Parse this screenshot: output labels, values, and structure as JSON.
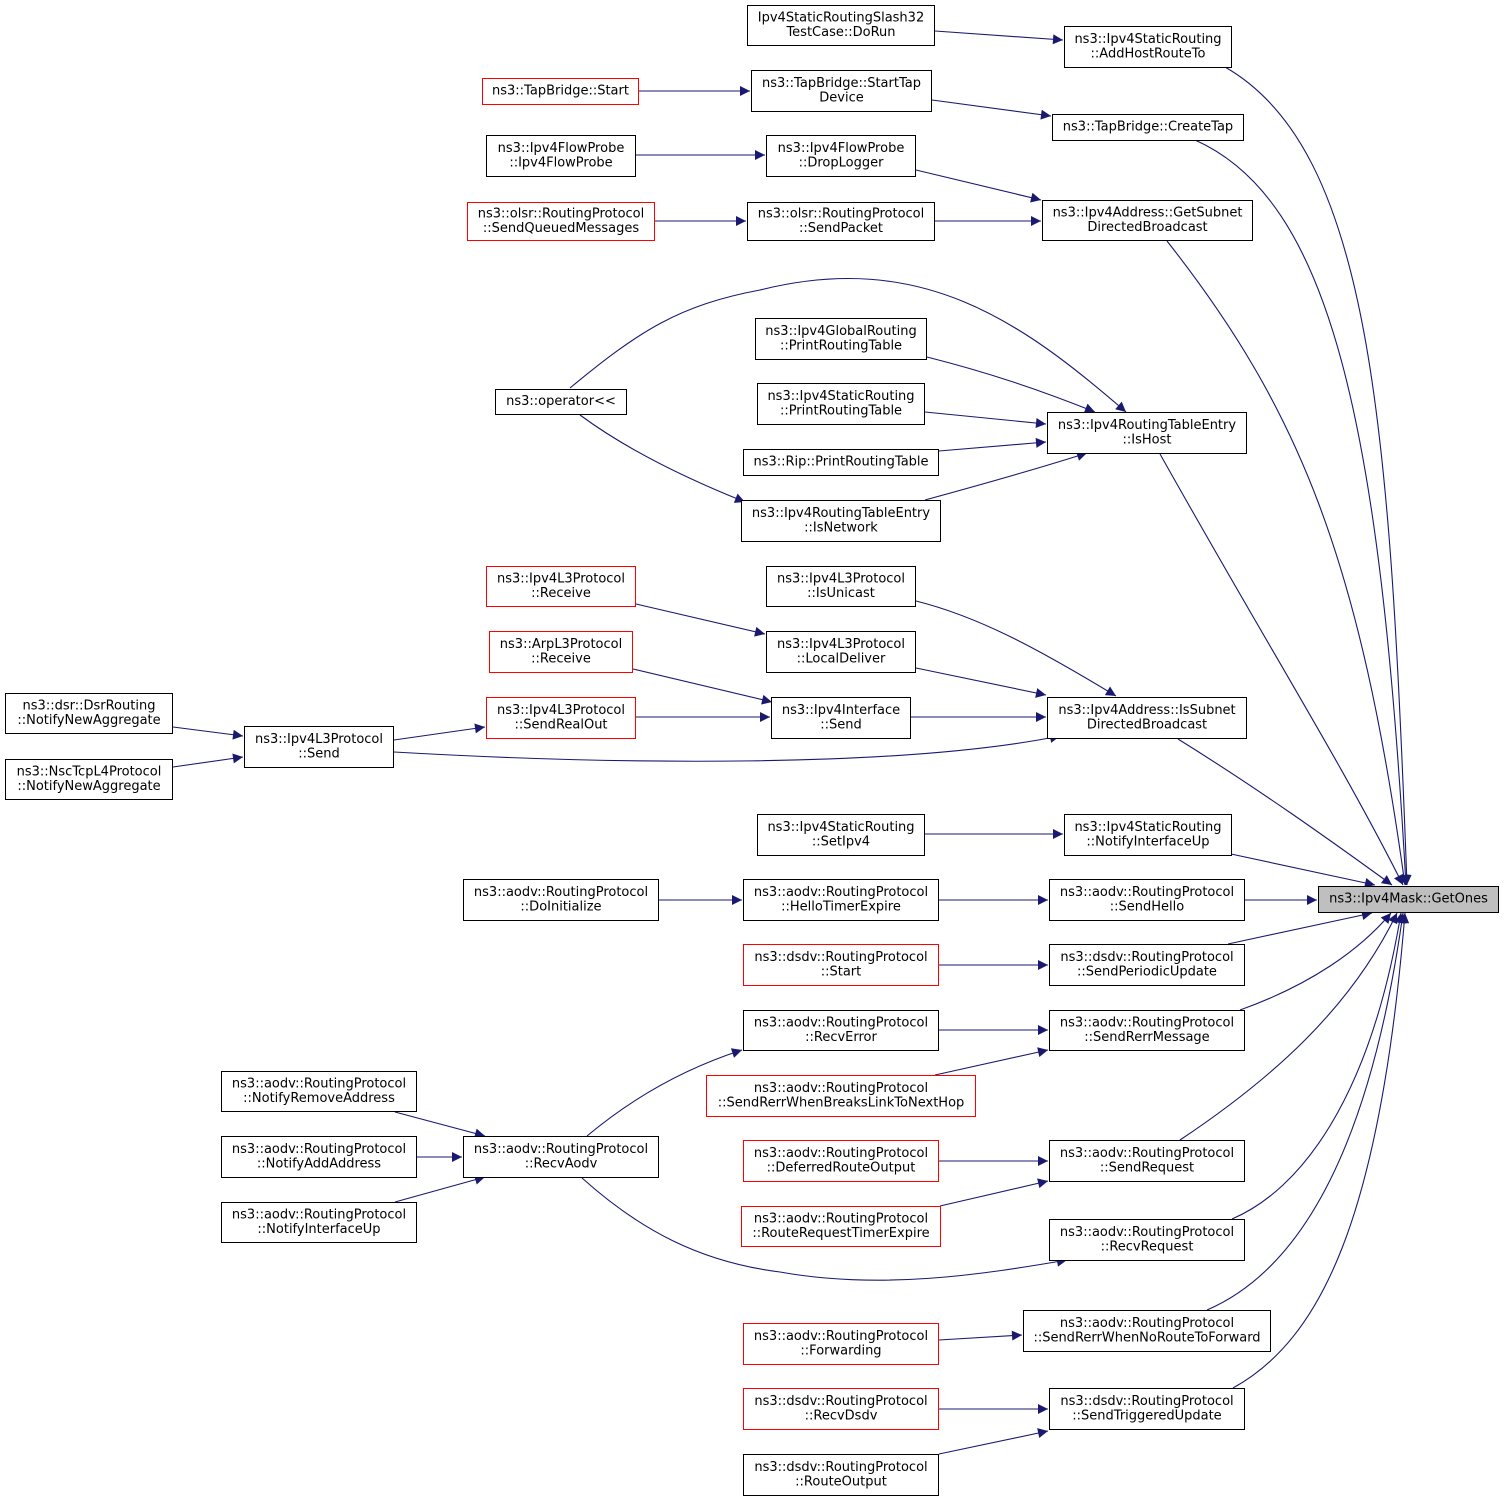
{
  "diagram": {
    "type": "caller-graph",
    "colors": {
      "edge": "#191970",
      "focus_fill": "#bfbfbf",
      "node_border": "#000000",
      "truncated_border": "#ff0000"
    },
    "nodes": [
      {
        "id": "getones",
        "lines": [
          "ns3::Ipv4Mask::GetOnes"
        ],
        "style": "focus"
      },
      {
        "id": "ipv4static_addhost",
        "lines": [
          "ns3::Ipv4StaticRouting",
          "::AddHostRouteTo"
        ]
      },
      {
        "id": "slash32",
        "lines": [
          "Ipv4StaticRoutingSlash32",
          "TestCase::DoRun"
        ]
      },
      {
        "id": "tb_createtap",
        "lines": [
          "ns3::TapBridge::CreateTap"
        ]
      },
      {
        "id": "tb_starttap",
        "lines": [
          "ns3::TapBridge::StartTap",
          "Device"
        ]
      },
      {
        "id": "tb_start",
        "lines": [
          "ns3::TapBridge::Start"
        ],
        "style": "truncated"
      },
      {
        "id": "getsubnet",
        "lines": [
          "ns3::Ipv4Address::GetSubnet",
          "DirectedBroadcast"
        ]
      },
      {
        "id": "droplogger",
        "lines": [
          "ns3::Ipv4FlowProbe",
          "::DropLogger"
        ]
      },
      {
        "id": "flowprobe",
        "lines": [
          "ns3::Ipv4FlowProbe",
          "::Ipv4FlowProbe"
        ]
      },
      {
        "id": "olsr_sendpacket",
        "lines": [
          "ns3::olsr::RoutingProtocol",
          "::SendPacket"
        ]
      },
      {
        "id": "olsr_sendqueued",
        "lines": [
          "ns3::olsr::RoutingProtocol",
          "::SendQueuedMessages"
        ],
        "style": "truncated"
      },
      {
        "id": "ishost",
        "lines": [
          "ns3::Ipv4RoutingTableEntry",
          "::IsHost"
        ]
      },
      {
        "id": "operator",
        "lines": [
          "ns3::operator<<"
        ]
      },
      {
        "id": "global_print",
        "lines": [
          "ns3::Ipv4GlobalRouting",
          "::PrintRoutingTable"
        ]
      },
      {
        "id": "static_print",
        "lines": [
          "ns3::Ipv4StaticRouting",
          "::PrintRoutingTable"
        ]
      },
      {
        "id": "rip_print",
        "lines": [
          "ns3::Rip::PrintRoutingTable"
        ]
      },
      {
        "id": "isnetwork",
        "lines": [
          "ns3::Ipv4RoutingTableEntry",
          "::IsNetwork"
        ]
      },
      {
        "id": "issubnet",
        "lines": [
          "ns3::Ipv4Address::IsSubnet",
          "DirectedBroadcast"
        ]
      },
      {
        "id": "l3_receive",
        "lines": [
          "ns3::Ipv4L3Protocol",
          "::Receive"
        ],
        "style": "truncated"
      },
      {
        "id": "l3_isunicast",
        "lines": [
          "ns3::Ipv4L3Protocol",
          "::IsUnicast"
        ]
      },
      {
        "id": "arp_receive",
        "lines": [
          "ns3::ArpL3Protocol",
          "::Receive"
        ],
        "style": "truncated"
      },
      {
        "id": "l3_localdeliver",
        "lines": [
          "ns3::Ipv4L3Protocol",
          "::LocalDeliver"
        ]
      },
      {
        "id": "l3_sendrealout",
        "lines": [
          "ns3::Ipv4L3Protocol",
          "::SendRealOut"
        ],
        "style": "truncated"
      },
      {
        "id": "iface_send",
        "lines": [
          "ns3::Ipv4Interface",
          "::Send"
        ]
      },
      {
        "id": "dsr_notify",
        "lines": [
          "ns3::dsr::DsrRouting",
          "::NotifyNewAggregate"
        ]
      },
      {
        "id": "l3_send",
        "lines": [
          "ns3::Ipv4L3Protocol",
          "::Send"
        ]
      },
      {
        "id": "nsc_notify",
        "lines": [
          "ns3::NscTcpL4Protocol",
          "::NotifyNewAggregate"
        ]
      },
      {
        "id": "static_setipv4",
        "lines": [
          "ns3::Ipv4StaticRouting",
          "::SetIpv4"
        ]
      },
      {
        "id": "static_notifyup",
        "lines": [
          "ns3::Ipv4StaticRouting",
          "::NotifyInterfaceUp"
        ]
      },
      {
        "id": "aodv_doinit",
        "lines": [
          "ns3::aodv::RoutingProtocol",
          "::DoInitialize"
        ]
      },
      {
        "id": "aodv_hellotimer",
        "lines": [
          "ns3::aodv::RoutingProtocol",
          "::HelloTimerExpire"
        ]
      },
      {
        "id": "aodv_sendhello",
        "lines": [
          "ns3::aodv::RoutingProtocol",
          "::SendHello"
        ]
      },
      {
        "id": "dsdv_start",
        "lines": [
          "ns3::dsdv::RoutingProtocol",
          "::Start"
        ],
        "style": "truncated"
      },
      {
        "id": "dsdv_periodic",
        "lines": [
          "ns3::dsdv::RoutingProtocol",
          "::SendPeriodicUpdate"
        ]
      },
      {
        "id": "aodv_recverror",
        "lines": [
          "ns3::aodv::RoutingProtocol",
          "::RecvError"
        ]
      },
      {
        "id": "aodv_sendrerr",
        "lines": [
          "ns3::aodv::RoutingProtocol",
          "::SendRerrMessage"
        ]
      },
      {
        "id": "aodv_rerrbreaks",
        "lines": [
          "ns3::aodv::RoutingProtocol",
          "::SendRerrWhenBreaksLinkToNextHop"
        ],
        "style": "truncated"
      },
      {
        "id": "aodv_notifyremove",
        "lines": [
          "ns3::aodv::RoutingProtocol",
          "::NotifyRemoveAddress"
        ]
      },
      {
        "id": "aodv_recvaodv",
        "lines": [
          "ns3::aodv::RoutingProtocol",
          "::RecvAodv"
        ]
      },
      {
        "id": "aodv_notifyadd",
        "lines": [
          "ns3::aodv::RoutingProtocol",
          "::NotifyAddAddress"
        ]
      },
      {
        "id": "aodv_notifyup",
        "lines": [
          "ns3::aodv::RoutingProtocol",
          "::NotifyInterfaceUp"
        ]
      },
      {
        "id": "aodv_deferred",
        "lines": [
          "ns3::aodv::RoutingProtocol",
          "::DeferredRouteOutput"
        ],
        "style": "truncated"
      },
      {
        "id": "aodv_sendrequest",
        "lines": [
          "ns3::aodv::RoutingProtocol",
          "::SendRequest"
        ]
      },
      {
        "id": "aodv_rreqtimer",
        "lines": [
          "ns3::aodv::RoutingProtocol",
          "::RouteRequestTimerExpire"
        ],
        "style": "truncated"
      },
      {
        "id": "aodv_recvrequest",
        "lines": [
          "ns3::aodv::RoutingProtocol",
          "::RecvRequest"
        ]
      },
      {
        "id": "aodv_forwarding",
        "lines": [
          "ns3::aodv::RoutingProtocol",
          "::Forwarding"
        ],
        "style": "truncated"
      },
      {
        "id": "aodv_rerrnoroute",
        "lines": [
          "ns3::aodv::RoutingProtocol",
          "::SendRerrWhenNoRouteToForward"
        ]
      },
      {
        "id": "dsdv_recvdsdv",
        "lines": [
          "ns3::dsdv::RoutingProtocol",
          "::RecvDsdv"
        ],
        "style": "truncated"
      },
      {
        "id": "dsdv_triggered",
        "lines": [
          "ns3::dsdv::RoutingProtocol",
          "::SendTriggeredUpdate"
        ]
      },
      {
        "id": "dsdv_routeoutput",
        "lines": [
          "ns3::dsdv::RoutingProtocol",
          "::RouteOutput"
        ]
      }
    ],
    "edges": [
      {
        "from": "slash32",
        "to": "ipv4static_addhost"
      },
      {
        "from": "ipv4static_addhost",
        "to": "getones"
      },
      {
        "from": "tb_start",
        "to": "tb_starttap"
      },
      {
        "from": "tb_starttap",
        "to": "tb_createtap"
      },
      {
        "from": "tb_createtap",
        "to": "getones"
      },
      {
        "from": "flowprobe",
        "to": "droplogger"
      },
      {
        "from": "droplogger",
        "to": "getsubnet"
      },
      {
        "from": "olsr_sendqueued",
        "to": "olsr_sendpacket"
      },
      {
        "from": "olsr_sendpacket",
        "to": "getsubnet"
      },
      {
        "from": "getsubnet",
        "to": "getones"
      },
      {
        "from": "operator",
        "to": "ishost"
      },
      {
        "from": "global_print",
        "to": "ishost"
      },
      {
        "from": "static_print",
        "to": "ishost"
      },
      {
        "from": "rip_print",
        "to": "ishost"
      },
      {
        "from": "isnetwork",
        "to": "ishost"
      },
      {
        "from": "operator",
        "to": "isnetwork"
      },
      {
        "from": "ishost",
        "to": "getones"
      },
      {
        "from": "l3_isunicast",
        "to": "issubnet"
      },
      {
        "from": "l3_receive",
        "to": "l3_localdeliver"
      },
      {
        "from": "l3_localdeliver",
        "to": "issubnet"
      },
      {
        "from": "arp_receive",
        "to": "iface_send"
      },
      {
        "from": "l3_sendrealout",
        "to": "iface_send"
      },
      {
        "from": "iface_send",
        "to": "issubnet"
      },
      {
        "from": "l3_send",
        "to": "l3_sendrealout"
      },
      {
        "from": "l3_send",
        "to": "issubnet"
      },
      {
        "from": "dsr_notify",
        "to": "l3_send"
      },
      {
        "from": "nsc_notify",
        "to": "l3_send"
      },
      {
        "from": "issubnet",
        "to": "getones"
      },
      {
        "from": "static_setipv4",
        "to": "static_notifyup"
      },
      {
        "from": "static_notifyup",
        "to": "getones"
      },
      {
        "from": "aodv_doinit",
        "to": "aodv_hellotimer"
      },
      {
        "from": "aodv_hellotimer",
        "to": "aodv_sendhello"
      },
      {
        "from": "aodv_sendhello",
        "to": "getones"
      },
      {
        "from": "dsdv_start",
        "to": "dsdv_periodic"
      },
      {
        "from": "dsdv_periodic",
        "to": "getones"
      },
      {
        "from": "aodv_recverror",
        "to": "aodv_sendrerr"
      },
      {
        "from": "aodv_rerrbreaks",
        "to": "aodv_sendrerr"
      },
      {
        "from": "aodv_sendrerr",
        "to": "getones"
      },
      {
        "from": "aodv_recvaodv",
        "to": "aodv_recverror"
      },
      {
        "from": "aodv_notifyremove",
        "to": "aodv_recvaodv"
      },
      {
        "from": "aodv_notifyadd",
        "to": "aodv_recvaodv"
      },
      {
        "from": "aodv_notifyup",
        "to": "aodv_recvaodv"
      },
      {
        "from": "aodv_recvaodv",
        "to": "aodv_recvrequest"
      },
      {
        "from": "aodv_deferred",
        "to": "aodv_sendrequest"
      },
      {
        "from": "aodv_rreqtimer",
        "to": "aodv_sendrequest"
      },
      {
        "from": "aodv_sendrequest",
        "to": "getones"
      },
      {
        "from": "aodv_recvrequest",
        "to": "getones"
      },
      {
        "from": "aodv_forwarding",
        "to": "aodv_rerrnoroute"
      },
      {
        "from": "aodv_rerrnoroute",
        "to": "getones"
      },
      {
        "from": "dsdv_recvdsdv",
        "to": "dsdv_triggered"
      },
      {
        "from": "dsdv_routeoutput",
        "to": "dsdv_triggered"
      },
      {
        "from": "dsdv_triggered",
        "to": "getones"
      }
    ]
  }
}
